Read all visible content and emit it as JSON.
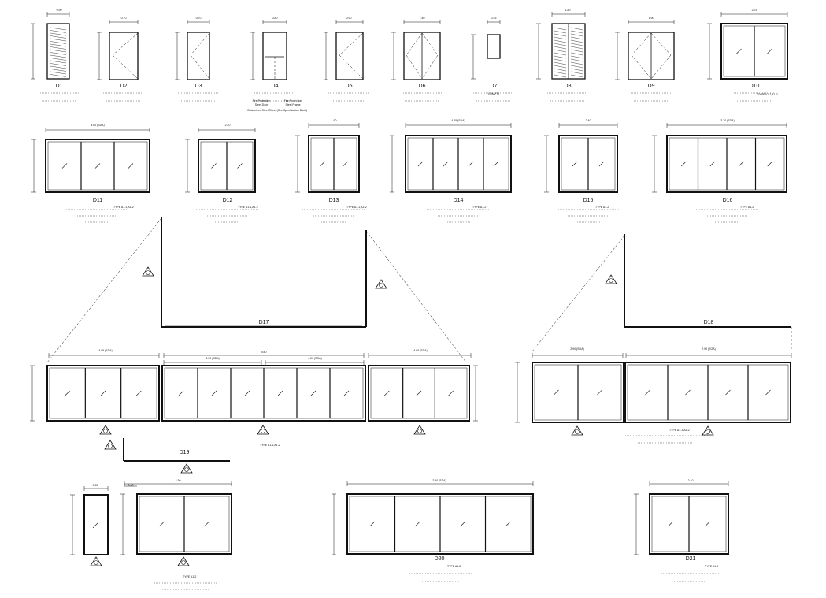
{
  "sheet": {
    "tags": [
      "D1",
      "D2",
      "D3",
      "D4",
      "D5",
      "D6",
      "D7",
      "D8",
      "D9",
      "D10",
      "D11",
      "D12",
      "D13",
      "D14",
      "D15",
      "D16",
      "D17",
      "D18",
      "D19",
      "D20",
      "D21"
    ],
    "d4_notes": {
      "left_l1": "Fire Protection",
      "left_l2": "Steel Door",
      "right_l1": "Fire Protection",
      "right_l2": "Steel Frame",
      "bottom": "Galvanized Steel Sheet (See Specification Book)"
    },
    "d7_note": "(SHAFT)",
    "dims_top": [
      "0.90",
      "0.70",
      "0.70",
      "0.80",
      "0.90",
      "1.40",
      "0.45",
      "1.80",
      "1.90",
      "2.75"
    ],
    "dims_row2": [
      "4.60 (SDA)",
      "2.40",
      "1.90",
      "4.65 (SDA)",
      "2.40",
      "3.70 (SDA)"
    ],
    "dims_row3": [
      "4.65 (SDA)",
      "9.80",
      "4.30 (SDA)",
      "4.20 (SOA)",
      "4.65 (SDA)",
      "2.90 (SOA)",
      "2.90 (SOA)"
    ],
    "dims_row4": [
      "0.65",
      "0.60",
      "4.30",
      "2.90 (SDA)",
      "2.40"
    ],
    "type_notes": {
      "d10": "TYPE A1-1,A1-2",
      "d11": "TYPE A1-1,A1-2",
      "d12": "TYPE A1-1,A1-2",
      "d13": "TYPE A1-1,A1-2",
      "d14": "TYPE A1-2",
      "d15": "TYPE A1-2",
      "d16": "TYPE A1-2",
      "d17": "TYPE A1-1,A1-2",
      "d18": "TYPE A1-1,A1-2",
      "d19": "TYPE A1-2",
      "d20": "TYPE A1-2",
      "d21": "TYPE A1-2"
    },
    "fix": "FIX"
  }
}
